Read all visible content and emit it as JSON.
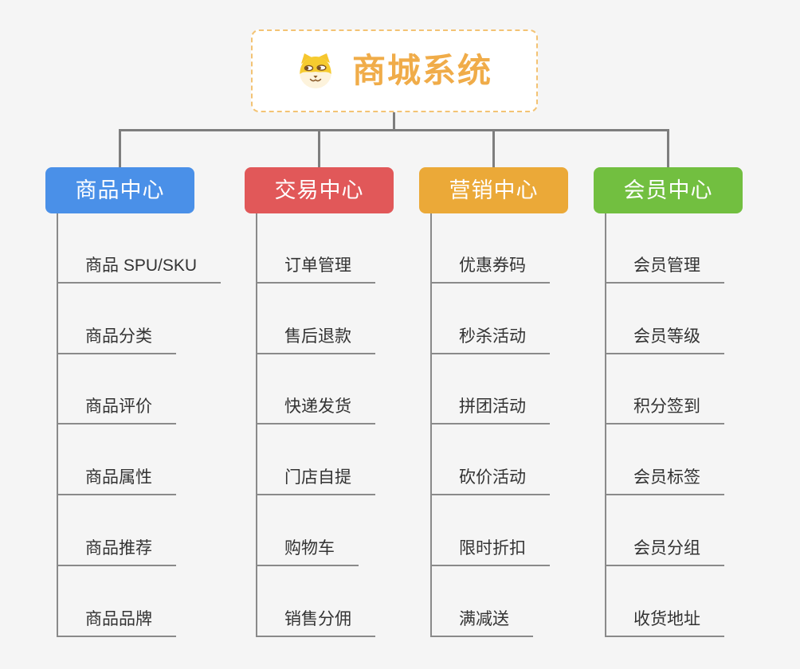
{
  "page": {
    "background_color": "#f5f5f5",
    "connector_color": "#7e7e7e",
    "underline_color": "#8a8a8a"
  },
  "root": {
    "title": "商城系统",
    "icon": "doge-icon",
    "title_color": "#f0ac49",
    "border_color": "#f3c374"
  },
  "branches": [
    {
      "label": "商品中心",
      "color": "#4a90e8",
      "children": [
        "商品 SPU/SKU",
        "商品分类",
        "商品评价",
        "商品属性",
        "商品推荐",
        "商品品牌"
      ]
    },
    {
      "label": "交易中心",
      "color": "#e15859",
      "children": [
        "订单管理",
        "售后退款",
        "快递发货",
        "门店自提",
        "购物车",
        "销售分佣"
      ]
    },
    {
      "label": "营销中心",
      "color": "#eba938",
      "children": [
        "优惠券码",
        "秒杀活动",
        "拼团活动",
        "砍价活动",
        "限时折扣",
        "满减送"
      ]
    },
    {
      "label": "会员中心",
      "color": "#72bf40",
      "children": [
        "会员管理",
        "会员等级",
        "积分签到",
        "会员标签",
        "会员分组",
        "收货地址"
      ]
    }
  ]
}
